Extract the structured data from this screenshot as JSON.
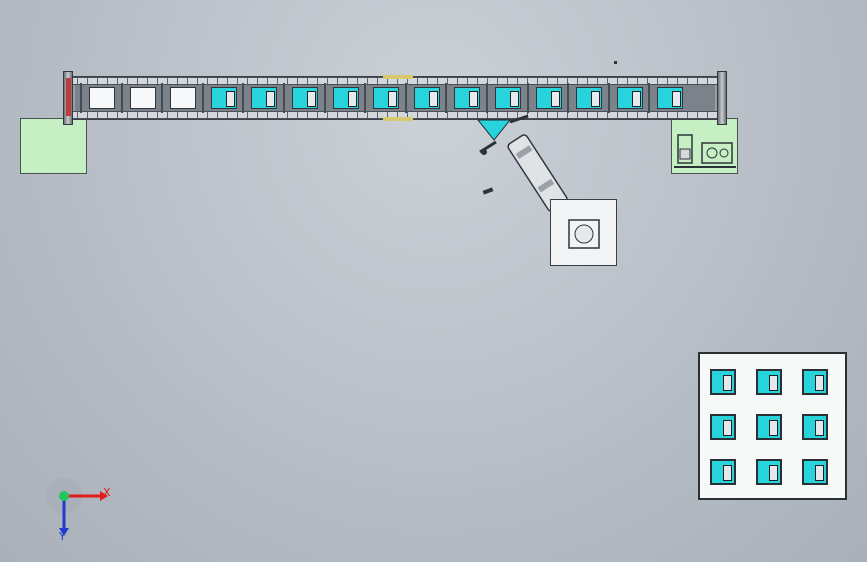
{
  "scene": {
    "conveyor": {
      "slots": [
        "white",
        "white",
        "white",
        "cyan",
        "cyan",
        "cyan",
        "cyan",
        "cyan",
        "cyan",
        "cyan",
        "cyan",
        "cyan",
        "cyan",
        "cyan",
        "cyan"
      ]
    },
    "tray": {
      "rows": 3,
      "cols": 3
    },
    "axes": {
      "x_label": "X",
      "y_label": "Y",
      "x_color": "#e11d1d",
      "y_color": "#1f3ad1",
      "z_color": "#22c55e"
    },
    "colors": {
      "background": "#b8bec6",
      "part": "#27d4dc",
      "pad": "#c6f0c4"
    }
  }
}
